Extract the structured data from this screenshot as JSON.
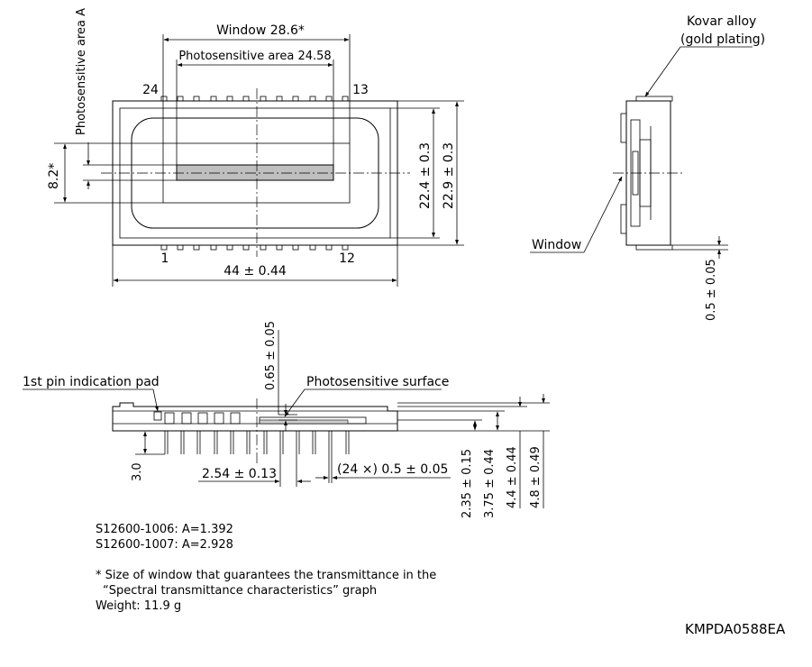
{
  "top_view": {
    "window_dim": "Window 28.6*",
    "photosensitive_dim": "Photosensitive area 24.58",
    "photosensitive_area_label": "Photosensitive area A",
    "pin_24": "24",
    "pin_13": "13",
    "pin_1": "1",
    "pin_12": "12",
    "dim_8_2": "8.2*",
    "dim_22_4": "22.4 ± 0.3",
    "dim_22_9": "22.9 ± 0.3",
    "dim_44": "44 ± 0.44"
  },
  "side_view": {
    "kovar_line1": "Kovar alloy",
    "kovar_line2": "(gold plating)",
    "window": "Window",
    "dim_0_5": "0.5 ± 0.05"
  },
  "bottom_view": {
    "first_pin": "1st pin indication pad",
    "photosensitive_surface": "Photosensitive surface",
    "dim_0_65": "0.65 ± 0.05",
    "dim_3_0": "3.0",
    "dim_2_54": "2.54 ± 0.13",
    "dim_24x": "(24 ×) 0.5 ± 0.05",
    "dim_2_35": "2.35 ± 0.15",
    "dim_3_75": "3.75 ± 0.44",
    "dim_4_4": "4.4 ± 0.44",
    "dim_4_8": "4.8 ± 0.49"
  },
  "notes": {
    "model_1006": "S12600-1006: A=1.392",
    "model_1007": "S12600-1007: A=2.928",
    "footnote_line1": "* Size of window that guarantees the transmittance in the",
    "footnote_line2": "“Spectral transmittance characteristics” graph",
    "weight": "Weight: 11.9 g"
  },
  "drawing_code": "KMPDA0588EA"
}
